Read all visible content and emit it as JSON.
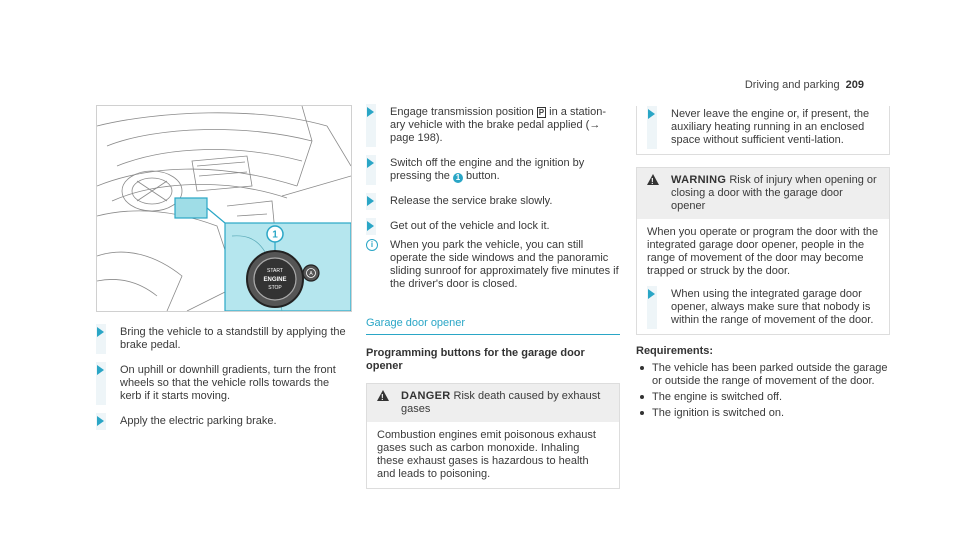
{
  "header": {
    "section": "Driving and parking",
    "page": "209"
  },
  "figure": {
    "badge": "1",
    "button_lines": [
      "START",
      "ENGINE",
      "STOP"
    ],
    "auto_symbol": "A"
  },
  "col1": {
    "steps": [
      "Bring the vehicle to a standstill by applying the brake pedal.",
      "On uphill or downhill gradients, turn the front wheels so that the vehicle rolls towards the kerb if it starts moving.",
      "Apply the electric parking brake."
    ]
  },
  "col2": {
    "step1_pre": "Engage transmission position ",
    "step1_gear": "P",
    "step1_post": " in a station-ary vehicle with the brake pedal applied (→ page 198).",
    "step2_pre": "Switch off the engine and the ignition by pressing the ",
    "step2_badge": "1",
    "step2_post": " button.",
    "step3": "Release the service brake slowly.",
    "step4": "Get out of the vehicle and lock it.",
    "info": "When you park the vehicle, you can still operate the side windows and the panoramic sliding sunroof for approximately five minutes if the driver's door is closed.",
    "section_title": "Garage door opener",
    "subhead": "Programming buttons for the garage door opener",
    "danger_label": "DANGER",
    "danger_head": "Risk death caused by exhaust gases",
    "danger_body": "Combustion engines emit poisonous exhaust gases such as carbon monoxide. Inhaling these exhaust gases is hazardous to health and leads to poisoning."
  },
  "col3": {
    "step_top": "Never leave the engine or, if present, the auxiliary heating running in an enclosed space without sufficient venti-lation.",
    "warning_label": "WARNING",
    "warning_head": "Risk of injury when opening or closing a door with the garage door opener",
    "warning_body": "When you operate or program the door with the integrated garage door opener, people in the range of movement of the door may become trapped or struck by the door.",
    "warning_step": "When using the integrated garage door opener, always make sure that nobody is within the range of movement of the door.",
    "req_title": "Requirements:",
    "requirements": [
      "The vehicle has been parked outside the garage or outside the range of movement of the door.",
      "The engine is switched off.",
      "The ignition is switched on."
    ]
  }
}
